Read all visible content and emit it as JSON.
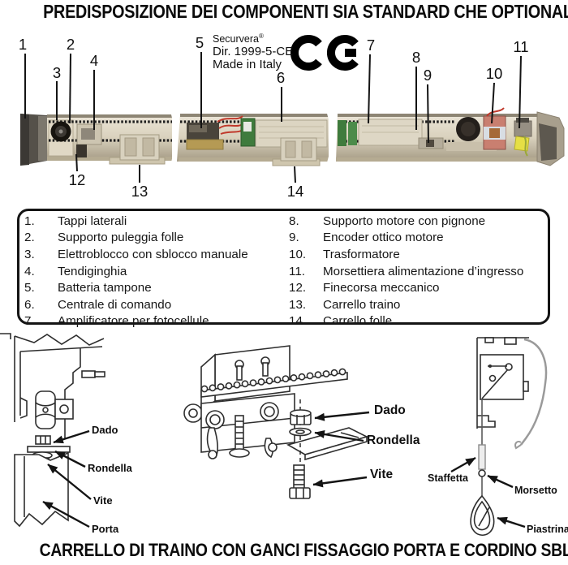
{
  "titles": {
    "top": "PREDISPOSIZIONE DEI COMPONENTI SIA STANDARD CHE OPTIONAL",
    "bottom": "CARRELLO DI TRAINO CON GANCI FISSAGGIO PORTA E CORDINO SBLOCCO"
  },
  "brand": {
    "name": "Securvera",
    "registered": "®",
    "directive": "Dir. 1999-5-CE",
    "origin": "Made in Italy",
    "ce_mark": "CE"
  },
  "callouts": [
    "1",
    "2",
    "3",
    "4",
    "5",
    "6",
    "7",
    "8",
    "9",
    "10",
    "11",
    "12",
    "13",
    "14"
  ],
  "legend": {
    "left": [
      {
        "n": "1.",
        "t": "Tappi laterali"
      },
      {
        "n": "2.",
        "t": "Supporto puleggia folle"
      },
      {
        "n": "3.",
        "t": "Elettroblocco con sblocco manuale"
      },
      {
        "n": "4.",
        "t": "Tendiginghia"
      },
      {
        "n": "5.",
        "t": "Batteria tampone"
      },
      {
        "n": "6.",
        "t": "Centrale di comando"
      },
      {
        "n": "7.",
        "t": "Amplificatore per fotocellule"
      }
    ],
    "right": [
      {
        "n": "8.",
        "t": "Supporto motore con pignone"
      },
      {
        "n": "9.",
        "t": "Encoder ottico motore"
      },
      {
        "n": "10.",
        "t": "Trasformatore"
      },
      {
        "n": "11.",
        "t": "Morsettiera alimentazione d’ingresso"
      },
      {
        "n": "12.",
        "t": "Finecorsa meccanico"
      },
      {
        "n": "13.",
        "t": "Carrello traino"
      },
      {
        "n": "14.",
        "t": "Carrello folle"
      }
    ]
  },
  "assembly_labels": {
    "left": [
      "Dado",
      "Rondella",
      "Vite",
      "Porta"
    ],
    "center": [
      "Dado",
      "Rondella",
      "Vite"
    ],
    "right": [
      "Staffetta",
      "Morsetto",
      "Piastrina"
    ]
  },
  "colors": {
    "pcb_green": "#3f7b3d",
    "terminal_green": "#4c8b4a",
    "transformer_red": "#c97f70",
    "battery_dark": "#49443b",
    "brass_plate": "#b59a54",
    "label_yellow": "#e6df45",
    "rail_beige": "#d9d1bd",
    "belt_black": "#1e1e1e",
    "wire_red": "#c0392b"
  }
}
